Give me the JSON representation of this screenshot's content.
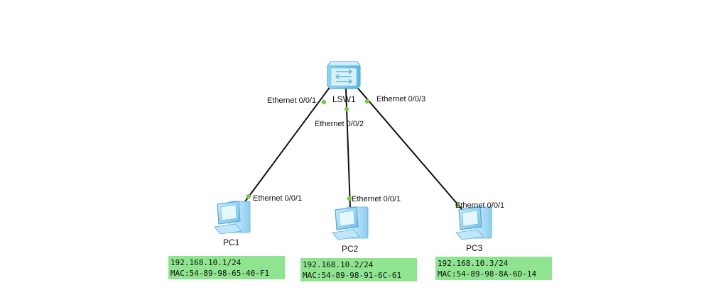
{
  "devices": {
    "switch": {
      "label": "LSW1",
      "icon": "switch-icon"
    },
    "pc1": {
      "label": "PC1",
      "icon": "pc-icon"
    },
    "pc2": {
      "label": "PC2",
      "icon": "pc-icon"
    },
    "pc3": {
      "label": "PC3",
      "icon": "pc-icon"
    }
  },
  "ports": {
    "sw_p1": "Ethernet 0/0/1",
    "sw_p2": "Ethernet 0/0/2",
    "sw_p3": "Ethernet 0/0/3",
    "pc1_p": "Ethernet 0/0/1",
    "pc2_p": "Ethernet 0/0/1",
    "pc3_p": "Ethernet 0/0/1"
  },
  "info": {
    "pc1": {
      "ip": "192.168.10.1/24",
      "mac": "MAC:54-89-98-65-40-F1"
    },
    "pc2": {
      "ip": "192.168.10.2/24",
      "mac": "MAC:54-89-98-91-6C-61"
    },
    "pc3": {
      "ip": "192.168.10.3/24",
      "mac": "MAC:54-89-98-8A-6D-14"
    }
  },
  "colors": {
    "port_dot": "#7ac943",
    "info_bg": "#8fe58f",
    "link": "#111111"
  }
}
